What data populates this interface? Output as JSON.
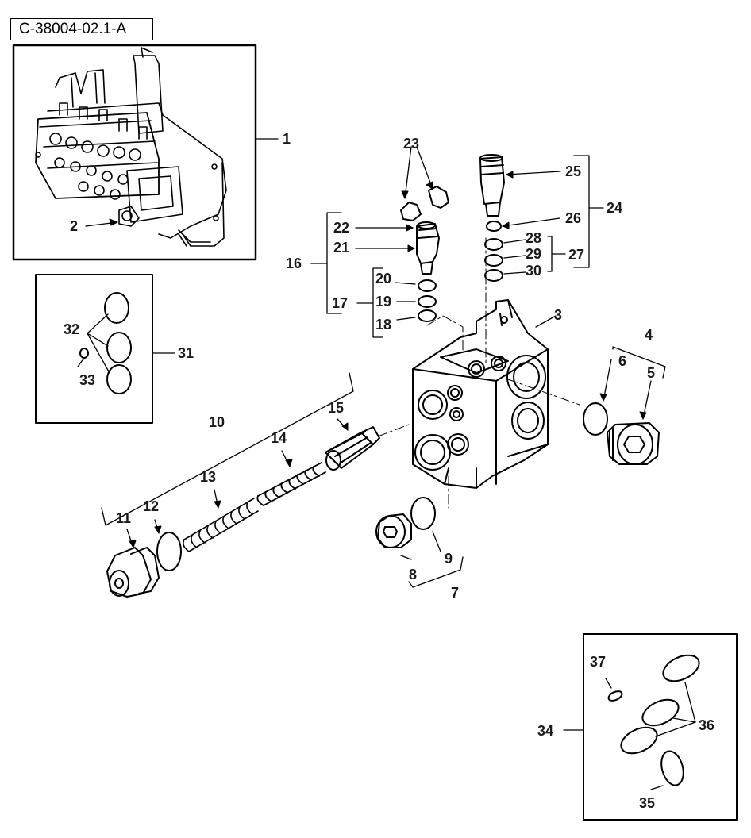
{
  "figure_ref": "C-38004-02.1-A",
  "callouts": [
    "1",
    "2",
    "3",
    "4",
    "5",
    "6",
    "7",
    "8",
    "9",
    "10",
    "11",
    "12",
    "13",
    "14",
    "15",
    "16",
    "17",
    "18",
    "19",
    "20",
    "21",
    "22",
    "23",
    "24",
    "25",
    "26",
    "27",
    "28",
    "29",
    "30",
    "31",
    "32",
    "33",
    "34",
    "35",
    "36",
    "37"
  ]
}
